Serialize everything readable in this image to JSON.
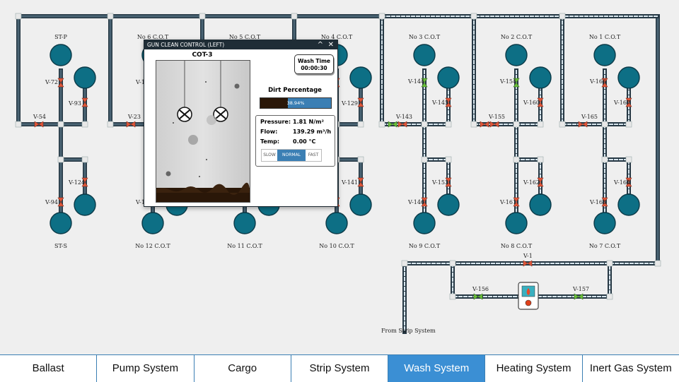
{
  "tanks_top": [
    {
      "name": "ST-P",
      "label_x": 86
    },
    {
      "name": "No 6 C.O.T",
      "label_x": 216
    },
    {
      "name": "No 5 C.O.T",
      "label_x": 346
    },
    {
      "name": "No 4 C.O.T",
      "label_x": 476
    },
    {
      "name": "No 3 C.O.T",
      "label_x": 600
    },
    {
      "name": "No 2 C.O.T",
      "label_x": 730
    },
    {
      "name": "No 1 C.O.T",
      "label_x": 855
    }
  ],
  "tanks_bottom": [
    {
      "name": "ST-S"
    },
    {
      "name": "No 12 C.O.T"
    },
    {
      "name": "No 11 C.O.T"
    },
    {
      "name": "No 10 C.O.T"
    },
    {
      "name": "No 9 C.O.T"
    },
    {
      "name": "No 8 C.O.T"
    },
    {
      "name": "No 7 C.O.T"
    }
  ],
  "valves": {
    "v72": "V-72",
    "v93": "V-93",
    "v54": "V-54",
    "v124": "V-124",
    "v94": "V-94",
    "v1_left": "V-1",
    "v23": "V-23",
    "v1_mid": "V-1",
    "v129": "V-129",
    "v141": "V-141",
    "v144": "V-144",
    "v145": "V-145",
    "v143": "V-143",
    "v153": "V-153",
    "v146": "V-146",
    "v154": "V-154",
    "v160": "V-160",
    "v155": "V-155",
    "v162": "V-162",
    "v161": "V-161",
    "v166": "V-166",
    "v167": "V-167",
    "v165": "V-165",
    "v164": "V-164",
    "v163": "V-163",
    "v1": "V-1",
    "v156": "V-156",
    "v157": "V-157"
  },
  "strip_label": "From Strip System",
  "popup": {
    "title": "GUN CLEAN CONTROL (LEFT)",
    "tank": "COT-3",
    "wash_time_label": "Wash Time",
    "wash_time_value": "00:00:30",
    "dirt_title": "Dirt Percentage",
    "dirt_value": "38.94%",
    "dirt_fraction": 0.3894,
    "pressure_label": "Pressure:",
    "pressure_value": "1.81 N/m²",
    "flow_label": "Flow:",
    "flow_value": "139.29 m³/h",
    "temp_label": "Temp:",
    "temp_value": "0.00 °C",
    "speeds": [
      "SLOW",
      "NORMAL",
      "FAST"
    ],
    "selected_speed": "NORMAL"
  },
  "tabs": [
    "Ballast",
    "Pump System",
    "Cargo",
    "Strip System",
    "Wash System",
    "Heating System",
    "Inert Gas System"
  ],
  "active_tab": "Wash System",
  "colors": {
    "tank": "#0d6f85",
    "pipe": "#2f4656",
    "active_tab": "#3b8fd4",
    "valve_closed": "#e0573a",
    "valve_open": "#6bbf3a"
  }
}
